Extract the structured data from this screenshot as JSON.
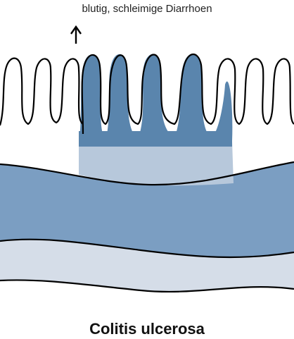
{
  "annotation": {
    "text": "blutig, schleimige Diarrhoen"
  },
  "caption": {
    "text": "Colitis ulcerosa"
  },
  "colors": {
    "mucosa_affected": "#5a85ad",
    "inflamed_zone": "#b7c8db",
    "muscle_layer": "#7b9ec2",
    "serosa_layer": "#d5dde8",
    "outline": "#000000",
    "text": "#222222"
  },
  "diagram": {
    "villi_total": 10,
    "villi_affected": 4,
    "arrow_direction": "up"
  }
}
